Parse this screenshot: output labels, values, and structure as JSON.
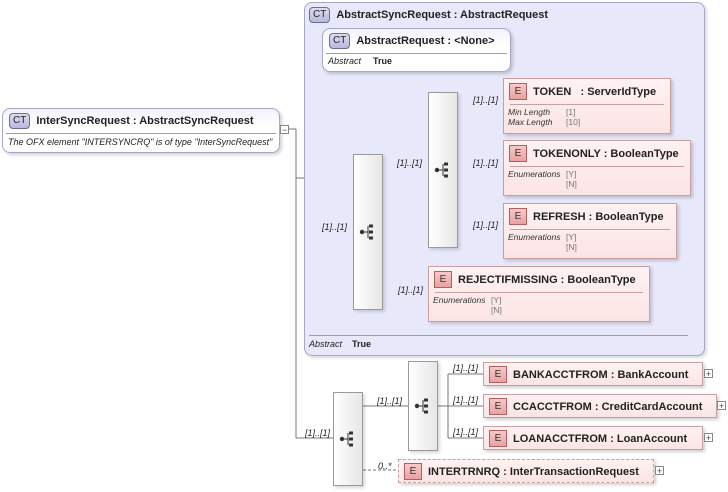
{
  "root": {
    "badge": "CT",
    "title": "InterSyncRequest : AbstractSyncRequest",
    "doc": "The OFX element \"INTERSYNCRQ\" is of type \"InterSyncRequest\"",
    "collapse": "−"
  },
  "abstract_sync": {
    "badge": "CT",
    "title": "AbstractSyncRequest : AbstractRequest",
    "abstract_label": "Abstract",
    "abstract_value": "True"
  },
  "abstract_request": {
    "badge": "CT",
    "title": "AbstractRequest : <None>",
    "abstract_label": "Abstract",
    "abstract_value": "True"
  },
  "elements": {
    "token": {
      "badge": "E",
      "title": "TOKEN   : ServerIdType",
      "card": "[1]..[1]",
      "facets": [
        {
          "k": "Min Length",
          "v": "[1]"
        },
        {
          "k": "Max Length",
          "v": "[10]"
        }
      ]
    },
    "tokenonly": {
      "badge": "E",
      "title": "TOKENONLY : BooleanType",
      "card": "[1]..[1]",
      "enum_label": "Enumerations",
      "enum_values": [
        "[Y]",
        "[N]"
      ]
    },
    "refresh": {
      "badge": "E",
      "title": "REFRESH : BooleanType",
      "card": "[1]..[1]",
      "enum_label": "Enumerations",
      "enum_values": [
        "[Y]",
        "[N]"
      ]
    },
    "rejectifmissing": {
      "badge": "E",
      "title": "REJECTIFMISSING : BooleanType",
      "card": "[1]..[1]",
      "enum_label": "Enumerations",
      "enum_values": [
        "[Y]",
        "[N]"
      ]
    },
    "bankacctfrom": {
      "badge": "E",
      "title": "BANKACCTFROM : BankAccount",
      "card": "[1]..[1]"
    },
    "ccacctfrom": {
      "badge": "E",
      "title": "CCACCTFROM : CreditCardAccount",
      "card": "[1]..[1]"
    },
    "loanacctfrom": {
      "badge": "E",
      "title": "LOANACCTFROM : LoanAccount",
      "card": "[1]..[1]"
    },
    "intertrnrq": {
      "badge": "E",
      "title": "INTERTRNRQ : InterTransactionRequest",
      "card": "0..*"
    }
  },
  "sequences": {
    "outer_card": "[1]..[1]",
    "inner_card": "[1]..[1]",
    "choice_seq_card": "[1]..[1]",
    "bottom_card": "[1]..[1]",
    "choice_card": "[1]..[1]"
  },
  "expand_symbol": "+"
}
